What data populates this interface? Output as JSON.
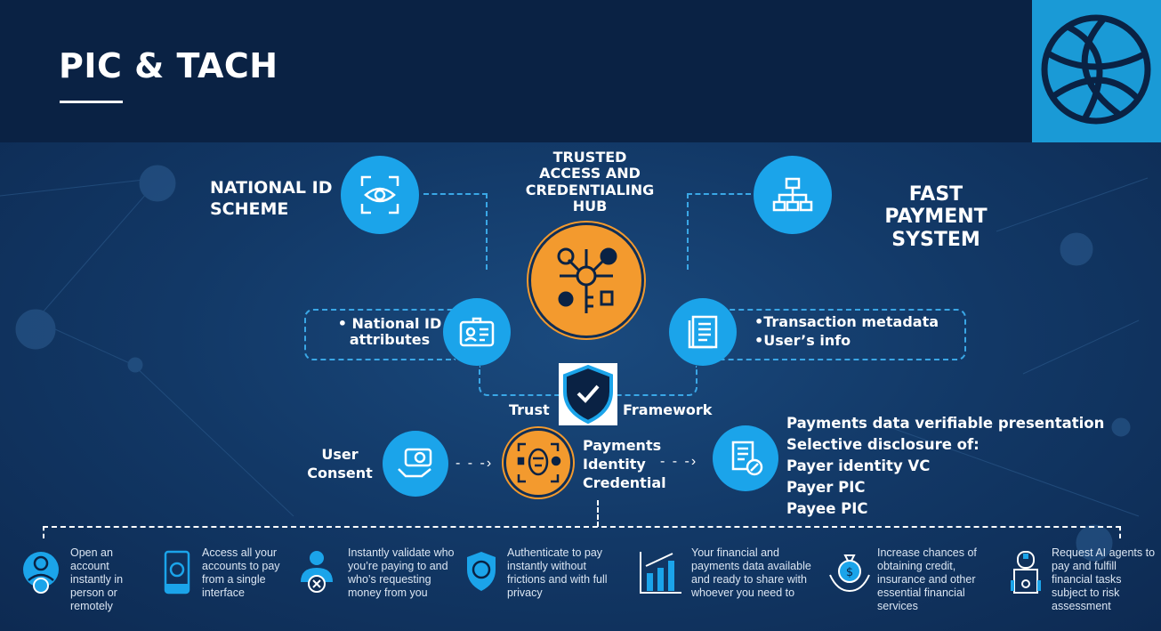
{
  "header": {
    "title": "PIC & TACH"
  },
  "nodes": {
    "national_id": "NATIONAL ID SCHEME",
    "hub": "TRUSTED ACCESS AND CREDENTIALING HUB",
    "fps": "FAST PAYMENT SYSTEM",
    "id_attributes": "• National ID attributes",
    "tx_metadata": "•Transaction metadata",
    "users_info": "•User’s info",
    "trust": "Trust",
    "framework": "Framework",
    "user_consent": "User Consent",
    "pic": "Payments Identity Credential",
    "presentation": [
      "Payments data verifiable presentation",
      "Selective disclosure of:",
      "Payer identity VC",
      "Payer PIC",
      "Payee PIC"
    ]
  },
  "features": [
    {
      "icon": "user-check-icon",
      "text": "Open an account instantly in person or remotely"
    },
    {
      "icon": "phone-user-icon",
      "text": "Access all your accounts to pay from a single interface"
    },
    {
      "icon": "user-x-icon",
      "text": "Instantly validate who you’re paying to and who’s requesting money from you"
    },
    {
      "icon": "shield-user-icon",
      "text": "Authenticate to pay instantly without frictions and with full privacy"
    },
    {
      "icon": "bar-chart-icon",
      "text": "Your financial and payments data available and ready to share with whoever you need to"
    },
    {
      "icon": "money-bag-hands-icon",
      "text": "Increase chances of obtaining credit, insurance and other essential financial services"
    },
    {
      "icon": "robot-icon",
      "text": "Request AI agents to pay and fulfill financial tasks subject to risk assessment"
    }
  ],
  "colors": {
    "accent": "#1ba4ea",
    "orange": "#f39a2e",
    "navy": "#0a2244"
  }
}
